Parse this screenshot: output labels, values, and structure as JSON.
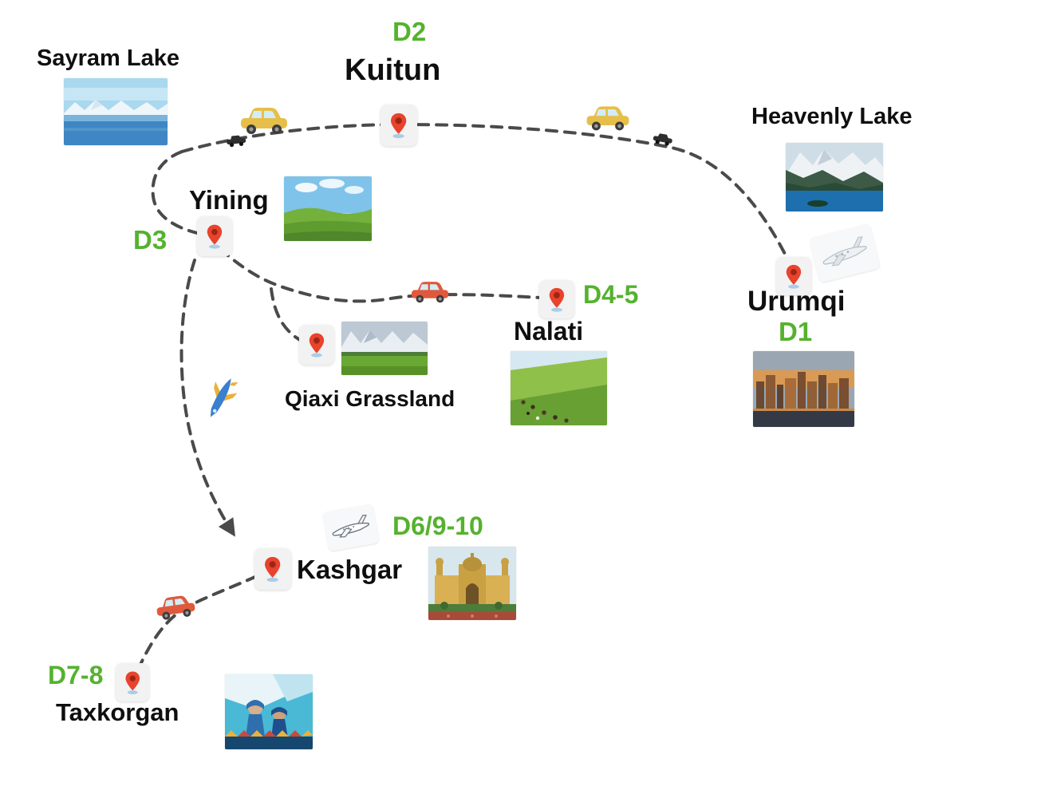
{
  "colors": {
    "day_accent": "#55b22e",
    "route": "#4a4a4a",
    "pin": "#e8432d",
    "background": "#ffffff"
  },
  "icons": {
    "location_pin": "map-pin",
    "car_yellow": "car",
    "car_red": "car",
    "car_dark_small": "car",
    "plane_white": "airplane",
    "plane_blue": "airplane",
    "route_arrow": "arrowhead"
  },
  "locations": {
    "sayram_lake": {
      "label": "Sayram Lake"
    },
    "kuitun": {
      "label": "Kuitun",
      "day": "D2"
    },
    "heavenly_lake": {
      "label": "Heavenly Lake"
    },
    "yining": {
      "label": "Yining",
      "day": "D3"
    },
    "nalati": {
      "label": "Nalati",
      "day": "D4-5"
    },
    "qiaxi_grassland": {
      "label": "Qiaxi Grassland"
    },
    "urumqi": {
      "label": "Urumqi",
      "day": "D1"
    },
    "kashgar": {
      "label": "Kashgar",
      "day": "D6/9-10"
    },
    "taxkorgan": {
      "label": "Taxkorgan",
      "day": "D7-8"
    }
  }
}
